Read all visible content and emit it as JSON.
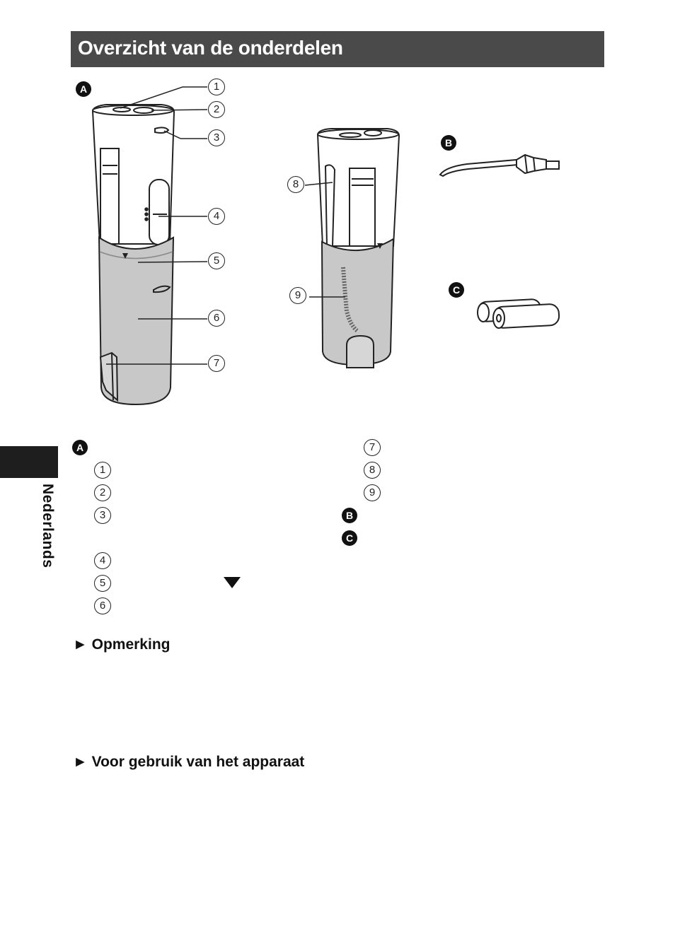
{
  "page": {
    "title": "Overzicht van de onderdelen",
    "side_label": "Nederlands"
  },
  "figure": {
    "badges": [
      "A",
      "B",
      "C"
    ],
    "callouts": [
      "1",
      "2",
      "3",
      "4",
      "5",
      "6",
      "7",
      "8",
      "9"
    ]
  },
  "legend": {
    "group_a_badge": "A",
    "left_numbers": [
      "1",
      "2",
      "3",
      "4",
      "5",
      "6"
    ],
    "right_numbers": [
      "7",
      "8",
      "9"
    ],
    "badge_b": "B",
    "badge_c": "C",
    "marker_icon": "down-triangle-icon"
  },
  "sections": {
    "note_heading": "► Opmerking",
    "before_use_heading": "► Voor gebruik van het apparaat"
  }
}
